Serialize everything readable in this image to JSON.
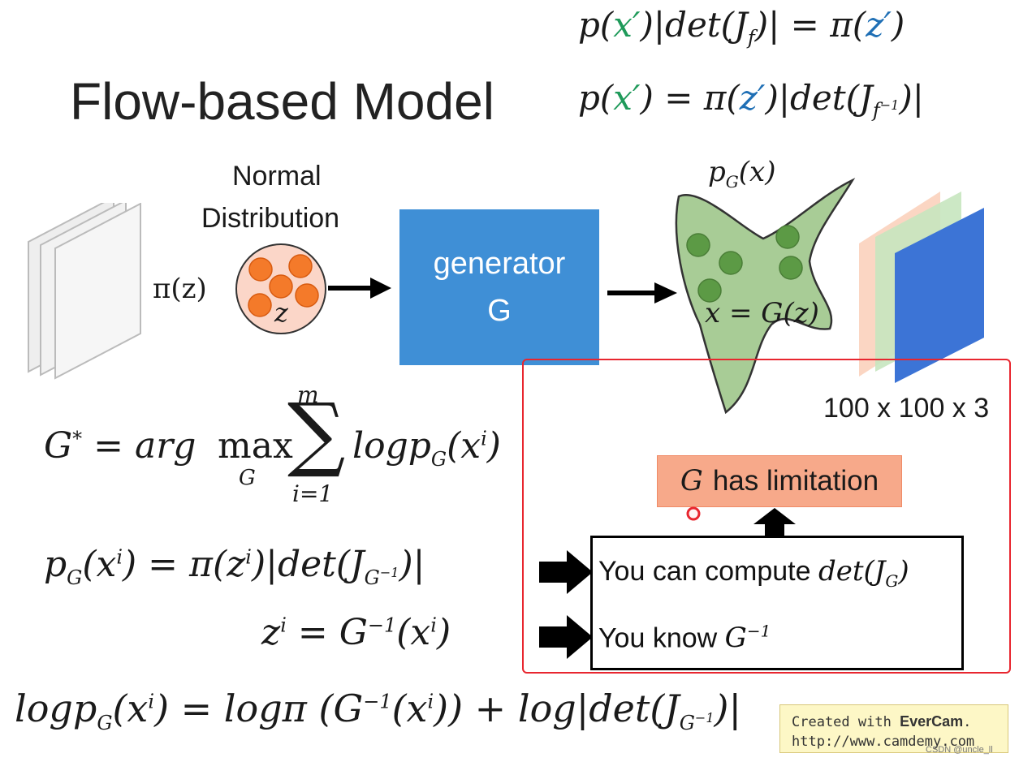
{
  "title": "Flow-based Model",
  "labels": {
    "normal_line1": "Normal",
    "normal_line2": "Distribution",
    "pi_z": "π(z)",
    "z": "z",
    "generator_line1": "generator",
    "generator_line2": "G",
    "pg_x": "p",
    "pg_sub": "G",
    "pg_arg": "(x)",
    "x_eq_gz": "x = G(z)",
    "dims": "100 x 100 x 3"
  },
  "colors": {
    "generator": "#3f8fd6",
    "red_frame": "#e8262f",
    "limit_box": "#f7a98a",
    "blob": "#a8cc96",
    "dot": "#5c9a45",
    "orange_dot": "#f47a2a"
  },
  "callout": {
    "limit_label": "has limitation",
    "limit_G": "G",
    "row1_text": "You can compute ",
    "row2_text": "You know "
  },
  "watermark": {
    "line1_pre": "Created with ",
    "line1_brand": "EverCam",
    "line1_post": ".",
    "line2": "http://www.camdemy.com"
  },
  "credit": "CSDN @uncle_ll"
}
